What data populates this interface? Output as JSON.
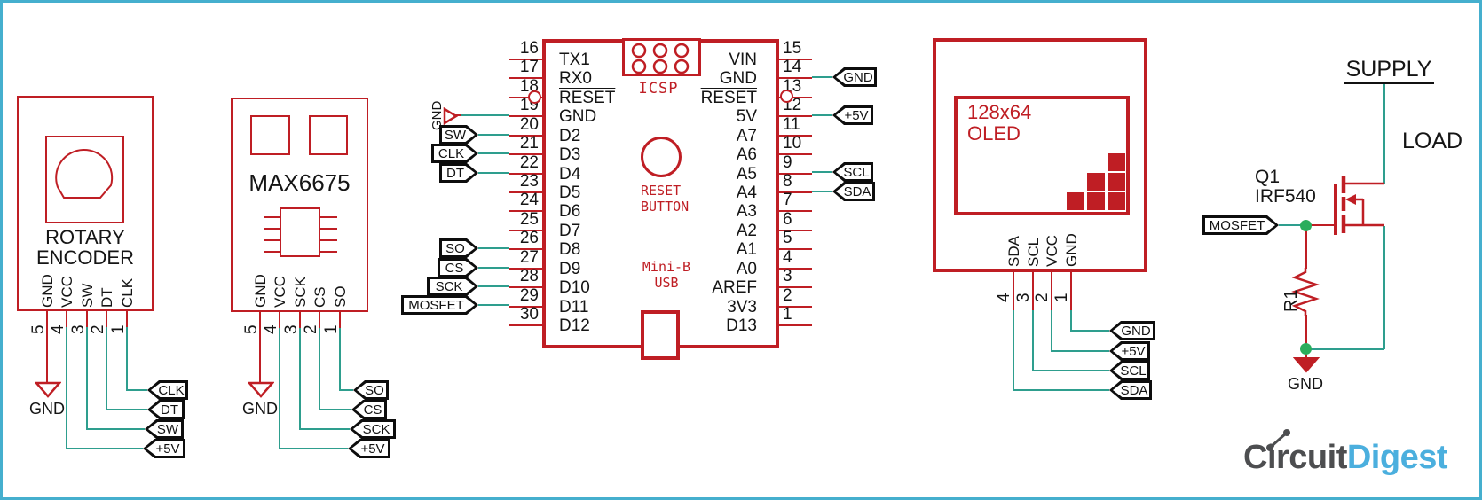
{
  "colors": {
    "schematic_red": "#BF1E24",
    "wire_teal": "#2E9E8E",
    "junction_green": "#2BAD5C",
    "frame_cyan": "#45AFCE",
    "logo_gray": "#4D4E50",
    "logo_blue": "#4BAFDE"
  },
  "rotary": {
    "title_line1": "ROTARY",
    "title_line2": "ENCODER",
    "pins": [
      {
        "num": "5",
        "label": "GND"
      },
      {
        "num": "4",
        "label": "VCC"
      },
      {
        "num": "3",
        "label": "SW"
      },
      {
        "num": "2",
        "label": "DT"
      },
      {
        "num": "1",
        "label": "CLK"
      }
    ],
    "gnd": "GND",
    "flags": [
      "CLK",
      "DT",
      "SW",
      "+5V"
    ]
  },
  "max6675": {
    "title": "MAX6675",
    "pins": [
      {
        "num": "5",
        "label": "GND"
      },
      {
        "num": "4",
        "label": "VCC"
      },
      {
        "num": "3",
        "label": "SCK"
      },
      {
        "num": "2",
        "label": "CS"
      },
      {
        "num": "1",
        "label": "SO"
      }
    ],
    "gnd": "GND",
    "flags": [
      "SO",
      "CS",
      "SCK",
      "+5V"
    ]
  },
  "arduino": {
    "left_pins": [
      {
        "num": "16",
        "label": "TX1"
      },
      {
        "num": "17",
        "label": "RX0"
      },
      {
        "num": "18",
        "label": "RESET",
        "overline": true
      },
      {
        "num": "19",
        "label": "GND"
      },
      {
        "num": "20",
        "label": "D2"
      },
      {
        "num": "21",
        "label": "D3"
      },
      {
        "num": "22",
        "label": "D4"
      },
      {
        "num": "23",
        "label": "D5"
      },
      {
        "num": "24",
        "label": "D6"
      },
      {
        "num": "25",
        "label": "D7"
      },
      {
        "num": "26",
        "label": "D8"
      },
      {
        "num": "27",
        "label": "D9"
      },
      {
        "num": "28",
        "label": "D10"
      },
      {
        "num": "29",
        "label": "D11"
      },
      {
        "num": "30",
        "label": "D12"
      }
    ],
    "right_pins": [
      {
        "num": "15",
        "label": "VIN"
      },
      {
        "num": "14",
        "label": "GND"
      },
      {
        "num": "13",
        "label": "RESET",
        "overline": true
      },
      {
        "num": "12",
        "label": "5V"
      },
      {
        "num": "11",
        "label": "A7"
      },
      {
        "num": "10",
        "label": "A6"
      },
      {
        "num": "9",
        "label": "A5"
      },
      {
        "num": "8",
        "label": "A4"
      },
      {
        "num": "7",
        "label": "A3"
      },
      {
        "num": "6",
        "label": "A2"
      },
      {
        "num": "5",
        "label": "A1"
      },
      {
        "num": "4",
        "label": "A0"
      },
      {
        "num": "3",
        "label": "AREF"
      },
      {
        "num": "2",
        "label": "3V3"
      },
      {
        "num": "1",
        "label": "D13"
      }
    ],
    "icsp": "ICSP",
    "reset_button_line1": "RESET",
    "reset_button_line2": "BUTTON",
    "usb_line1": "Mini-B",
    "usb_line2": "USB",
    "left_gnd_flag": "GND",
    "left_flags": [
      "SW",
      "CLK",
      "DT",
      "SO",
      "CS",
      "SCK",
      "MOSFET"
    ],
    "right_flags": [
      "GND",
      "+5V",
      "SCL",
      "SDA"
    ]
  },
  "oled": {
    "screen_line1": "128x64",
    "screen_line2": "OLED",
    "pins": [
      {
        "num": "4",
        "label": "SDA"
      },
      {
        "num": "3",
        "label": "SCL"
      },
      {
        "num": "2",
        "label": "VCC"
      },
      {
        "num": "1",
        "label": "GND"
      }
    ],
    "flags": [
      "GND",
      "+5V",
      "SCL",
      "SDA"
    ]
  },
  "mosfet": {
    "supply": "SUPPLY",
    "load": "LOAD",
    "ref": "Q1",
    "value": "IRF540",
    "gate_flag": "MOSFET",
    "resistor_ref": "R1",
    "gnd": "GND"
  },
  "logo": {
    "part1": "Circuit",
    "part2": "Digest"
  }
}
